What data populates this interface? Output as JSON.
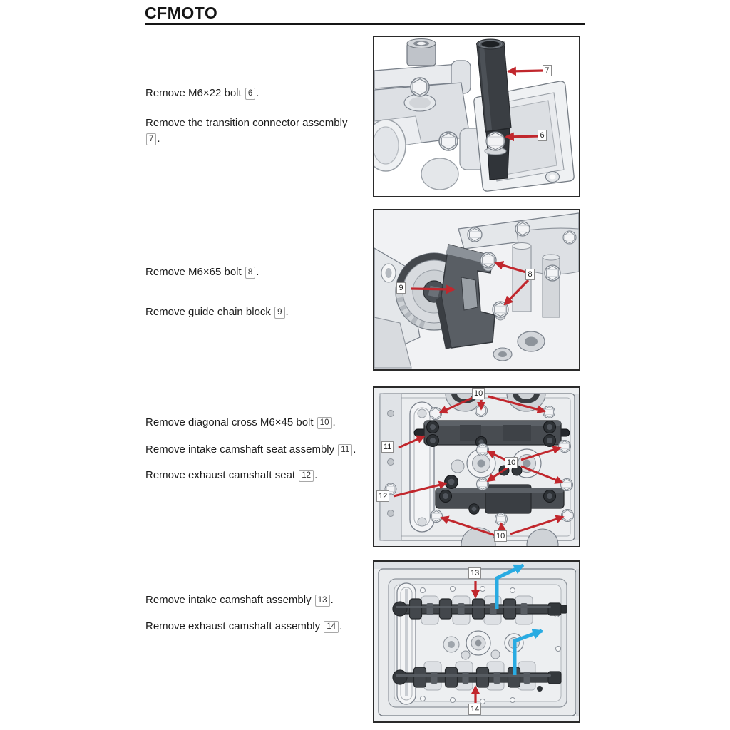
{
  "page": {
    "brand": "CFMOTO"
  },
  "colors": {
    "arrow_red": "#c1272d",
    "arrow_blue": "#29abe2"
  },
  "sections": [
    {
      "name": "transition-connector",
      "steps": [
        {
          "text": "Remove M6×22 bolt ",
          "ref": "6",
          "suffix": "."
        },
        {
          "text": "Remove the transition connector assembly ",
          "ref": "7",
          "suffix": "."
        }
      ],
      "figure": {
        "callouts": [
          "7",
          "6"
        ]
      }
    },
    {
      "name": "guide-chain-block",
      "steps": [
        {
          "text": "Remove M6×65 bolt ",
          "ref": "8",
          "suffix": "."
        },
        {
          "text": "Remove guide chain block ",
          "ref": "9",
          "suffix": "."
        }
      ],
      "figure": {
        "callouts": [
          "9",
          "8"
        ]
      }
    },
    {
      "name": "camshaft-seats",
      "steps": [
        {
          "text": "Remove diagonal cross M6×45 bolt ",
          "ref": "10",
          "suffix": "."
        },
        {
          "text": "Remove intake camshaft seat assembly ",
          "ref": "11",
          "suffix": "."
        },
        {
          "text": "Remove exhaust camshaft seat ",
          "ref": "12",
          "suffix": "."
        }
      ],
      "figure": {
        "callouts": [
          "10",
          "11",
          "10",
          "12",
          "10"
        ]
      }
    },
    {
      "name": "camshafts",
      "steps": [
        {
          "text": "Remove intake camshaft assembly ",
          "ref": "13",
          "suffix": "."
        },
        {
          "text": "Remove exhaust camshaft assembly ",
          "ref": "14",
          "suffix": "."
        }
      ],
      "figure": {
        "callouts": [
          "13",
          "14"
        ]
      }
    }
  ]
}
